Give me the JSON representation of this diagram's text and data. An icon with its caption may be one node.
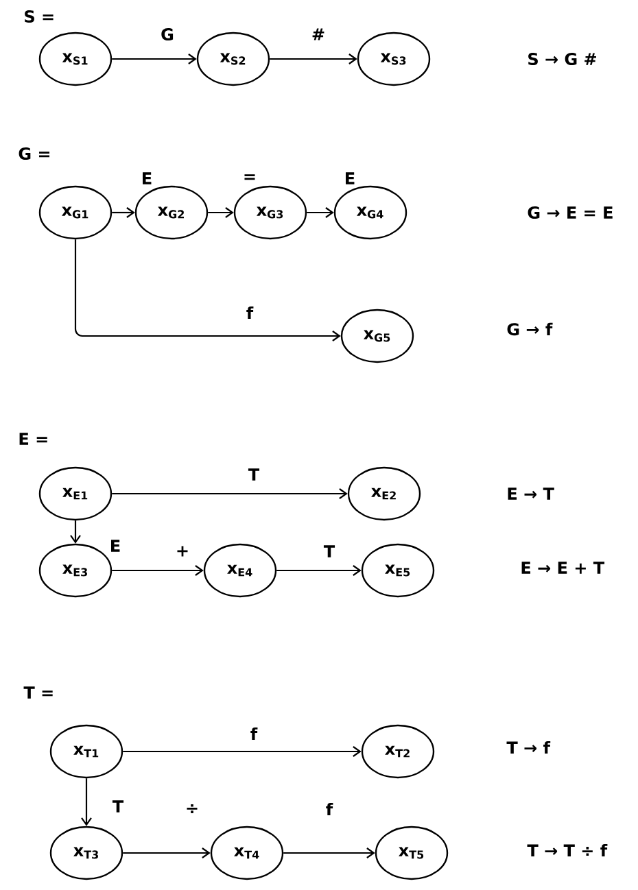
{
  "diagram": {
    "nodes": [
      {
        "text": [
          "x$_{S1}$"
        ]
      },
      {
        "text": [
          "x$_{S2}$"
        ]
      },
      {
        "text": [
          "x$_{S3}$"
        ]
      },
      {
        "text": [
          "x$_{G1}$"
        ]
      },
      {
        "text": [
          "x$_{G2}$"
        ]
      },
      {
        "text": [
          "x$_{G3}$"
        ]
      },
      {
        "text": [
          "x$_{G4}$"
        ]
      },
      {
        "text": [
          "x$_{G5}$"
        ]
      },
      {
        "text": [
          "x$_{E1}$"
        ]
      },
      {
        "text": [
          "x$_{E2}$"
        ]
      },
      {
        "text": [
          "x$_{E3}$"
        ]
      },
      {
        "text": [
          "x$_{E4}$"
        ]
      },
      {
        "text": [
          "x$_{E5}$"
        ]
      },
      {
        "text": [
          "x$_{T1}$"
        ]
      },
      {
        "text": [
          "x$_{T2}$"
        ]
      },
      {
        "text": [
          "x$_{T3}$"
        ]
      },
      {
        "text": [
          "x$_{T4}$"
        ]
      },
      {
        "text": [
          "x$_{T5}$"
        ]
      }
    ],
    "edges": [
      {
        "from": 0,
        "to": 1,
        "arrow": "to",
        "label": "G"
      },
      {
        "from": 1,
        "to": 2,
        "arrow": "to",
        "label": "#"
      },
      {
        "from": 3,
        "to": 4,
        "arrow": "to",
        "label": "E"
      },
      {
        "from": 4,
        "to": 5,
        "arrow": "to",
        "label": "="
      },
      {
        "from": 5,
        "to": 6,
        "arrow": "to",
        "label": "E"
      },
      {
        "from": 3,
        "to": 7,
        "arrow": "to",
        "label": "f"
      },
      {
        "from": 8,
        "to": 9,
        "arrow": "to",
        "label": "T"
      },
      {
        "from": 8,
        "to": 10,
        "arrow": "to",
        "label": "E"
      },
      {
        "from": 10,
        "to": 11,
        "arrow": "to",
        "label": "+"
      },
      {
        "from": 11,
        "to": 12,
        "arrow": "to",
        "label": "T"
      },
      {
        "from": 13,
        "to": 14,
        "arrow": "to",
        "label": "f"
      },
      {
        "from": 13,
        "to": 15,
        "arrow": "to",
        "label": "T"
      },
      {
        "from": 15,
        "to": 16,
        "arrow": "to",
        "label": "÷"
      },
      {
        "from": 16,
        "to": 17,
        "arrow": "to",
        "label": "f"
      }
    ],
    "labels": [
      "S =",
      "S → G #",
      "G =",
      "G → E = E",
      "G → f",
      "E =",
      "E → T",
      "E → E + T",
      "T =",
      "T → f",
      "T → T ÷ f"
    ]
  }
}
